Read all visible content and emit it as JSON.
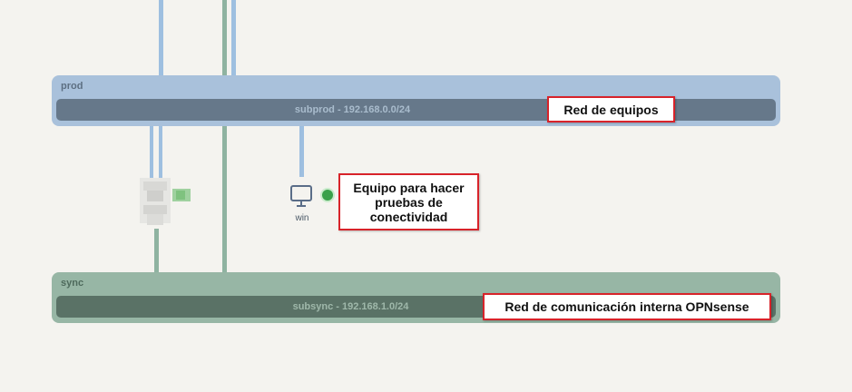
{
  "networks": {
    "prod": {
      "name": "prod",
      "subnet": "subprod - 192.168.0.0/24"
    },
    "sync": {
      "name": "sync",
      "subnet": "subsync - 192.168.1.0/24"
    }
  },
  "nodes": {
    "win": {
      "label": "win",
      "icon": "monitor-icon",
      "status": "running"
    },
    "blurred": {
      "icon": "pixelated-server-icon"
    }
  },
  "annotations": {
    "prod_note": "Red de equipos",
    "vm_note": "Equipo para hacer\npruebas de\nconectividad",
    "sync_note": "Red de comunicación interna OPNsense"
  },
  "colors": {
    "background": "#f4f3ef",
    "prod_network": "#a9c1db",
    "sync_network": "#97b6a5",
    "prod_link": "#9ebfe0",
    "sync_link": "#8fb3a1",
    "status_running": "#39a04a",
    "annotation_border": "#d8232a"
  }
}
